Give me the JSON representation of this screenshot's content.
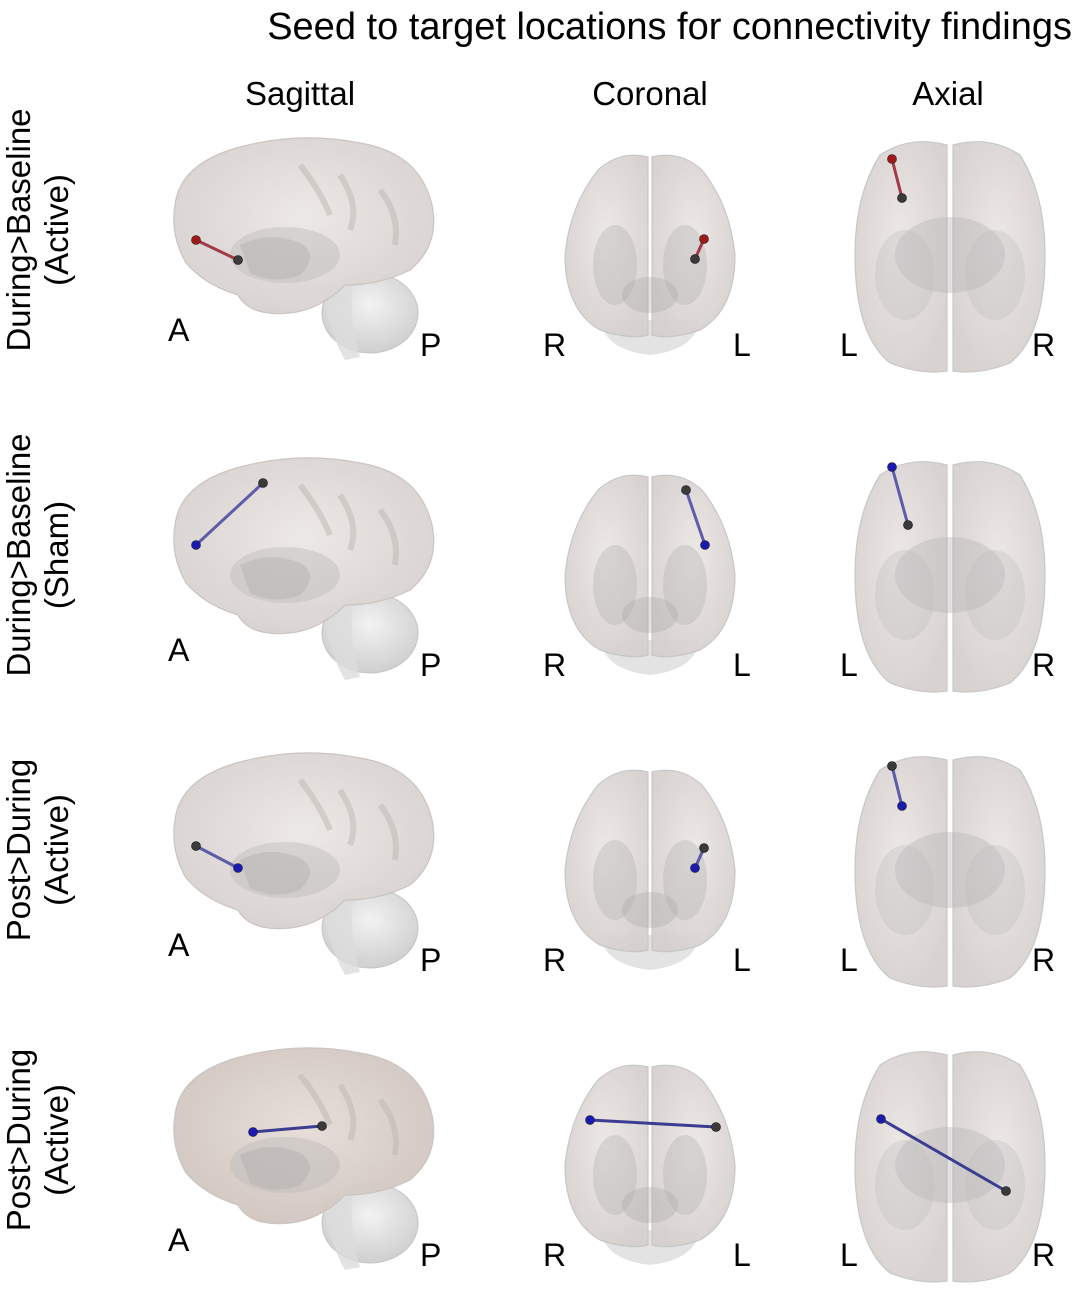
{
  "title": "Seed to target locations for connectivity findings",
  "views": [
    "Sagittal",
    "Coronal",
    "Axial"
  ],
  "orientation": {
    "sagittal": [
      "A",
      "P"
    ],
    "coronal": [
      "R",
      "L"
    ],
    "axial": [
      "L",
      "R"
    ]
  },
  "rows": [
    {
      "label": [
        "During>Baseline",
        "(Active)"
      ],
      "line_color": "#a33a4a",
      "node_color": "#a01818"
    },
    {
      "label": [
        "During>Baseline",
        "(Sham)"
      ],
      "line_color": "#5c5ca8",
      "node_color": "#1a1ab0"
    },
    {
      "label": [
        "Post>During",
        "(Active)"
      ],
      "line_color": "#5c5ca8",
      "node_color": "#1a1ab0"
    },
    {
      "label": [
        "Post>During",
        "(Active)"
      ],
      "line_color": "#3c3c90",
      "node_color": "#1a1ab0"
    }
  ],
  "seed_color": "#3a3a3a"
}
